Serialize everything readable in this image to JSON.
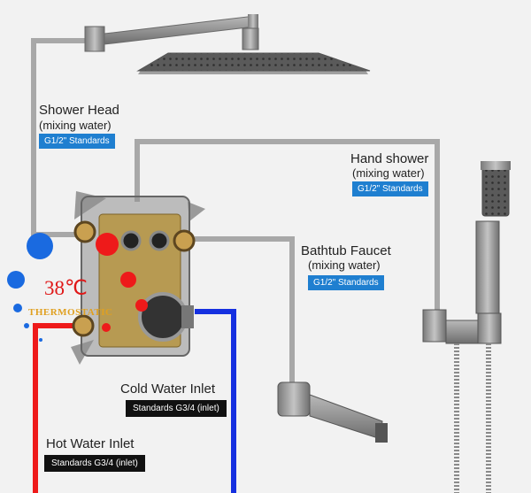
{
  "shower_head": {
    "title": "Shower Head",
    "subtitle": "(mixing water)",
    "standard": "G1/2\" Standards"
  },
  "hand_shower": {
    "title": "Hand shower",
    "subtitle": "(mixing water)",
    "standard": "G1/2\" Standards"
  },
  "bathtub_faucet": {
    "title": "Bathtub Faucet",
    "subtitle": "(mixing water)",
    "standard": "G1/2\" Standards"
  },
  "cold_inlet": {
    "title": "Cold Water Inlet",
    "standard": "Standards G3/4 (inlet)"
  },
  "hot_inlet": {
    "title": "Hot Water Inlet",
    "standard": "Standards G3/4 (inlet)"
  },
  "thermostat": {
    "temperature": "38℃",
    "label": "THERMOSTATIC"
  },
  "colors": {
    "pipe_gray": "#a8a8a8",
    "cold_blue": "#1530e0",
    "hot_red": "#ee1a1a",
    "badge_blue": "#1f7fd0",
    "metal": "#8a8a8a"
  }
}
